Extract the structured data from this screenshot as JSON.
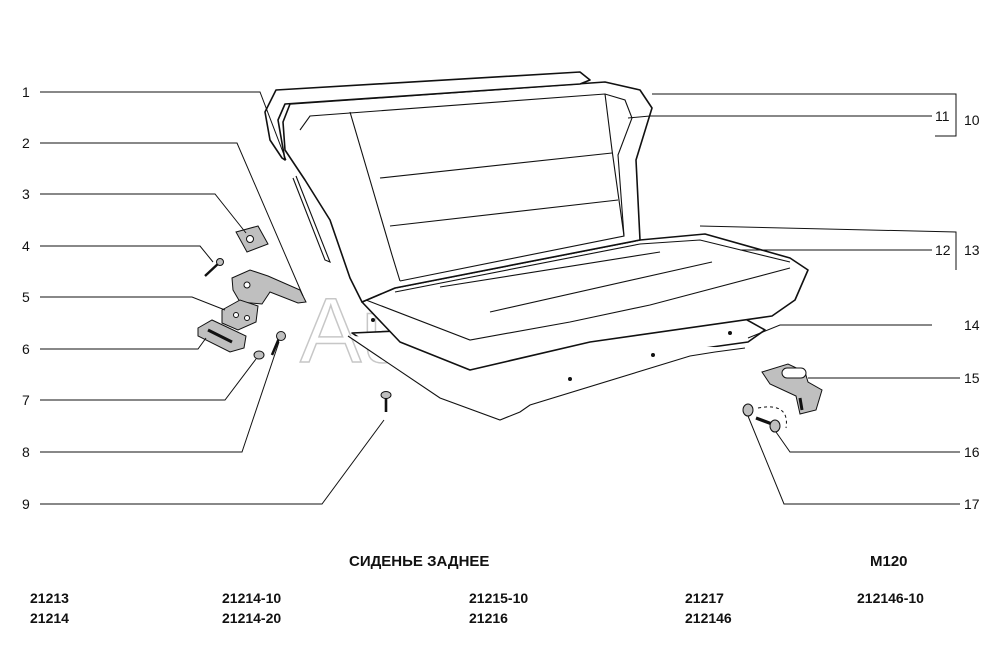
{
  "title": "СИДЕНЬЕ ЗАДНЕЕ",
  "code": "М120",
  "watermark": "AutoSoft",
  "callouts": {
    "c1": "1",
    "c2": "2",
    "c3": "3",
    "c4": "4",
    "c5": "5",
    "c6": "6",
    "c7": "7",
    "c8": "8",
    "c9": "9",
    "c10": "10",
    "c11": "11",
    "c12": "12",
    "c13": "13",
    "c14": "14",
    "c15": "15",
    "c16": "16",
    "c17": "17"
  },
  "models": {
    "col1": [
      "21213",
      "21214"
    ],
    "col2": [
      "21214-10",
      "21214-20"
    ],
    "col3": [
      "21215-10",
      "21216"
    ],
    "col4": [
      "21217",
      "212146"
    ],
    "col5": [
      "212146-10"
    ]
  }
}
